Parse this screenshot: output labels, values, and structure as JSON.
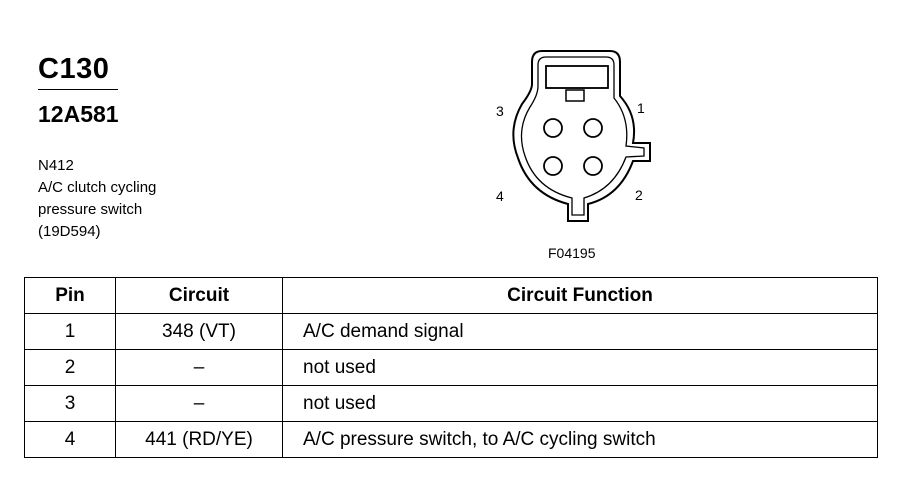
{
  "connector": {
    "id": "C130",
    "part_number": "12A581",
    "description_lines": [
      "N412",
      "A/C clutch cycling",
      "pressure switch",
      "(19D594)"
    ]
  },
  "figure": {
    "id": "F04195",
    "pin_labels": [
      "1",
      "2",
      "3",
      "4"
    ]
  },
  "table": {
    "headers": {
      "pin": "Pin",
      "circuit": "Circuit",
      "function": "Circuit Function"
    },
    "rows": [
      {
        "pin": "1",
        "circuit": "348 (VT)",
        "function": "A/C demand signal"
      },
      {
        "pin": "2",
        "circuit": "–",
        "function": "not used"
      },
      {
        "pin": "3",
        "circuit": "–",
        "function": "not used"
      },
      {
        "pin": "4",
        "circuit": "441 (RD/YE)",
        "function": "A/C pressure switch, to A/C cycling switch"
      }
    ]
  }
}
